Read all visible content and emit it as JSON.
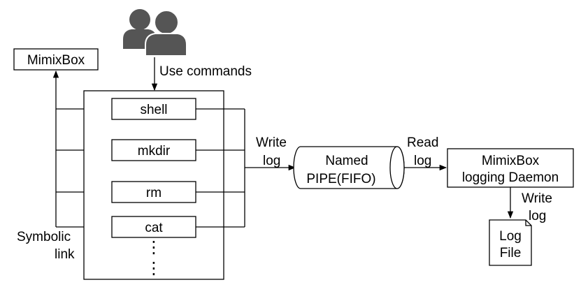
{
  "diagram": {
    "users_label": "Use commands",
    "mimixbox": "MimixBox",
    "commands": [
      "shell",
      "mkdir",
      "rm",
      "cat"
    ],
    "ellipsis": "⋮",
    "symbolic_link": [
      "Symbolic",
      "link"
    ],
    "write_log_1": [
      "Write",
      "log"
    ],
    "pipe": [
      "Named",
      "PIPE(FIFO)"
    ],
    "read_log": [
      "Read",
      "log"
    ],
    "daemon": [
      "MimixBox",
      "logging Daemon"
    ],
    "write_log_2": [
      "Write",
      "log"
    ],
    "log_file": [
      "Log",
      "File"
    ]
  },
  "colors": {
    "users_icon": "#555555",
    "stroke": "#000000"
  }
}
